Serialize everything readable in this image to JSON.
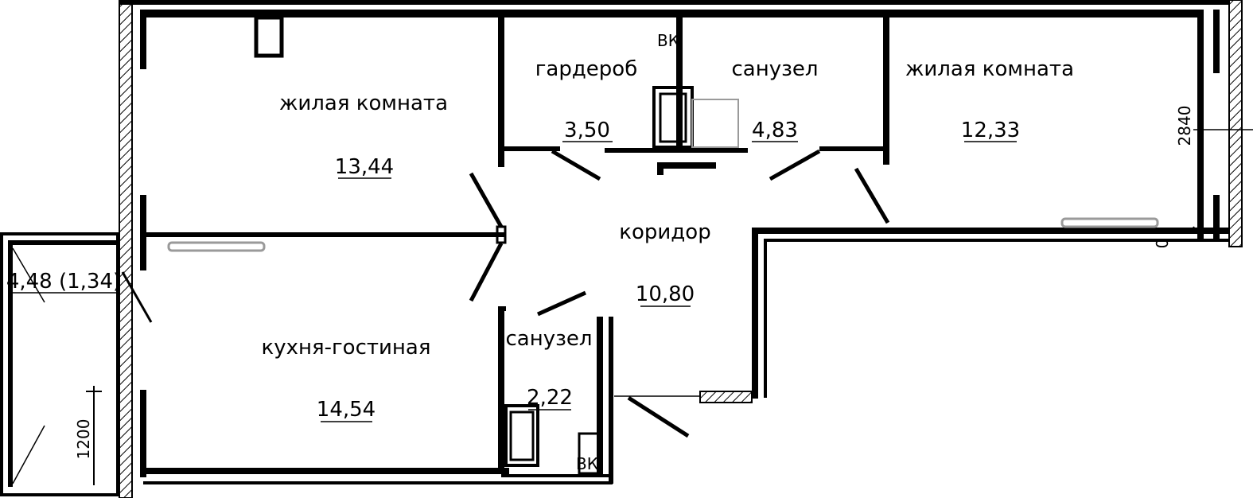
{
  "rooms": {
    "living_left": {
      "name": "жилая комната",
      "area": "13,44"
    },
    "wardrobe": {
      "name": "гардероб",
      "area": "3,50"
    },
    "bath_top": {
      "name": "санузел",
      "area": "4,83"
    },
    "living_right": {
      "name": "жилая комната",
      "area": "12,33"
    },
    "corridor": {
      "name": "коридор",
      "area": "10,80"
    },
    "kitchen": {
      "name": "кухня-гостиная",
      "area": "14,54"
    },
    "bath_bottom": {
      "name": "санузел",
      "area": "2,22"
    },
    "balcony": {
      "area": "4,48 (1,34)"
    }
  },
  "dimensions": {
    "right_height": "2840",
    "balcony_width": "1200",
    "zero_mark": "0"
  },
  "marks": {
    "vk_top": "ВК",
    "vk_bottom": "ВК"
  },
  "colors": {
    "wall": "#000000",
    "hatch": "#000000",
    "fixture": "#9a9a9a"
  }
}
